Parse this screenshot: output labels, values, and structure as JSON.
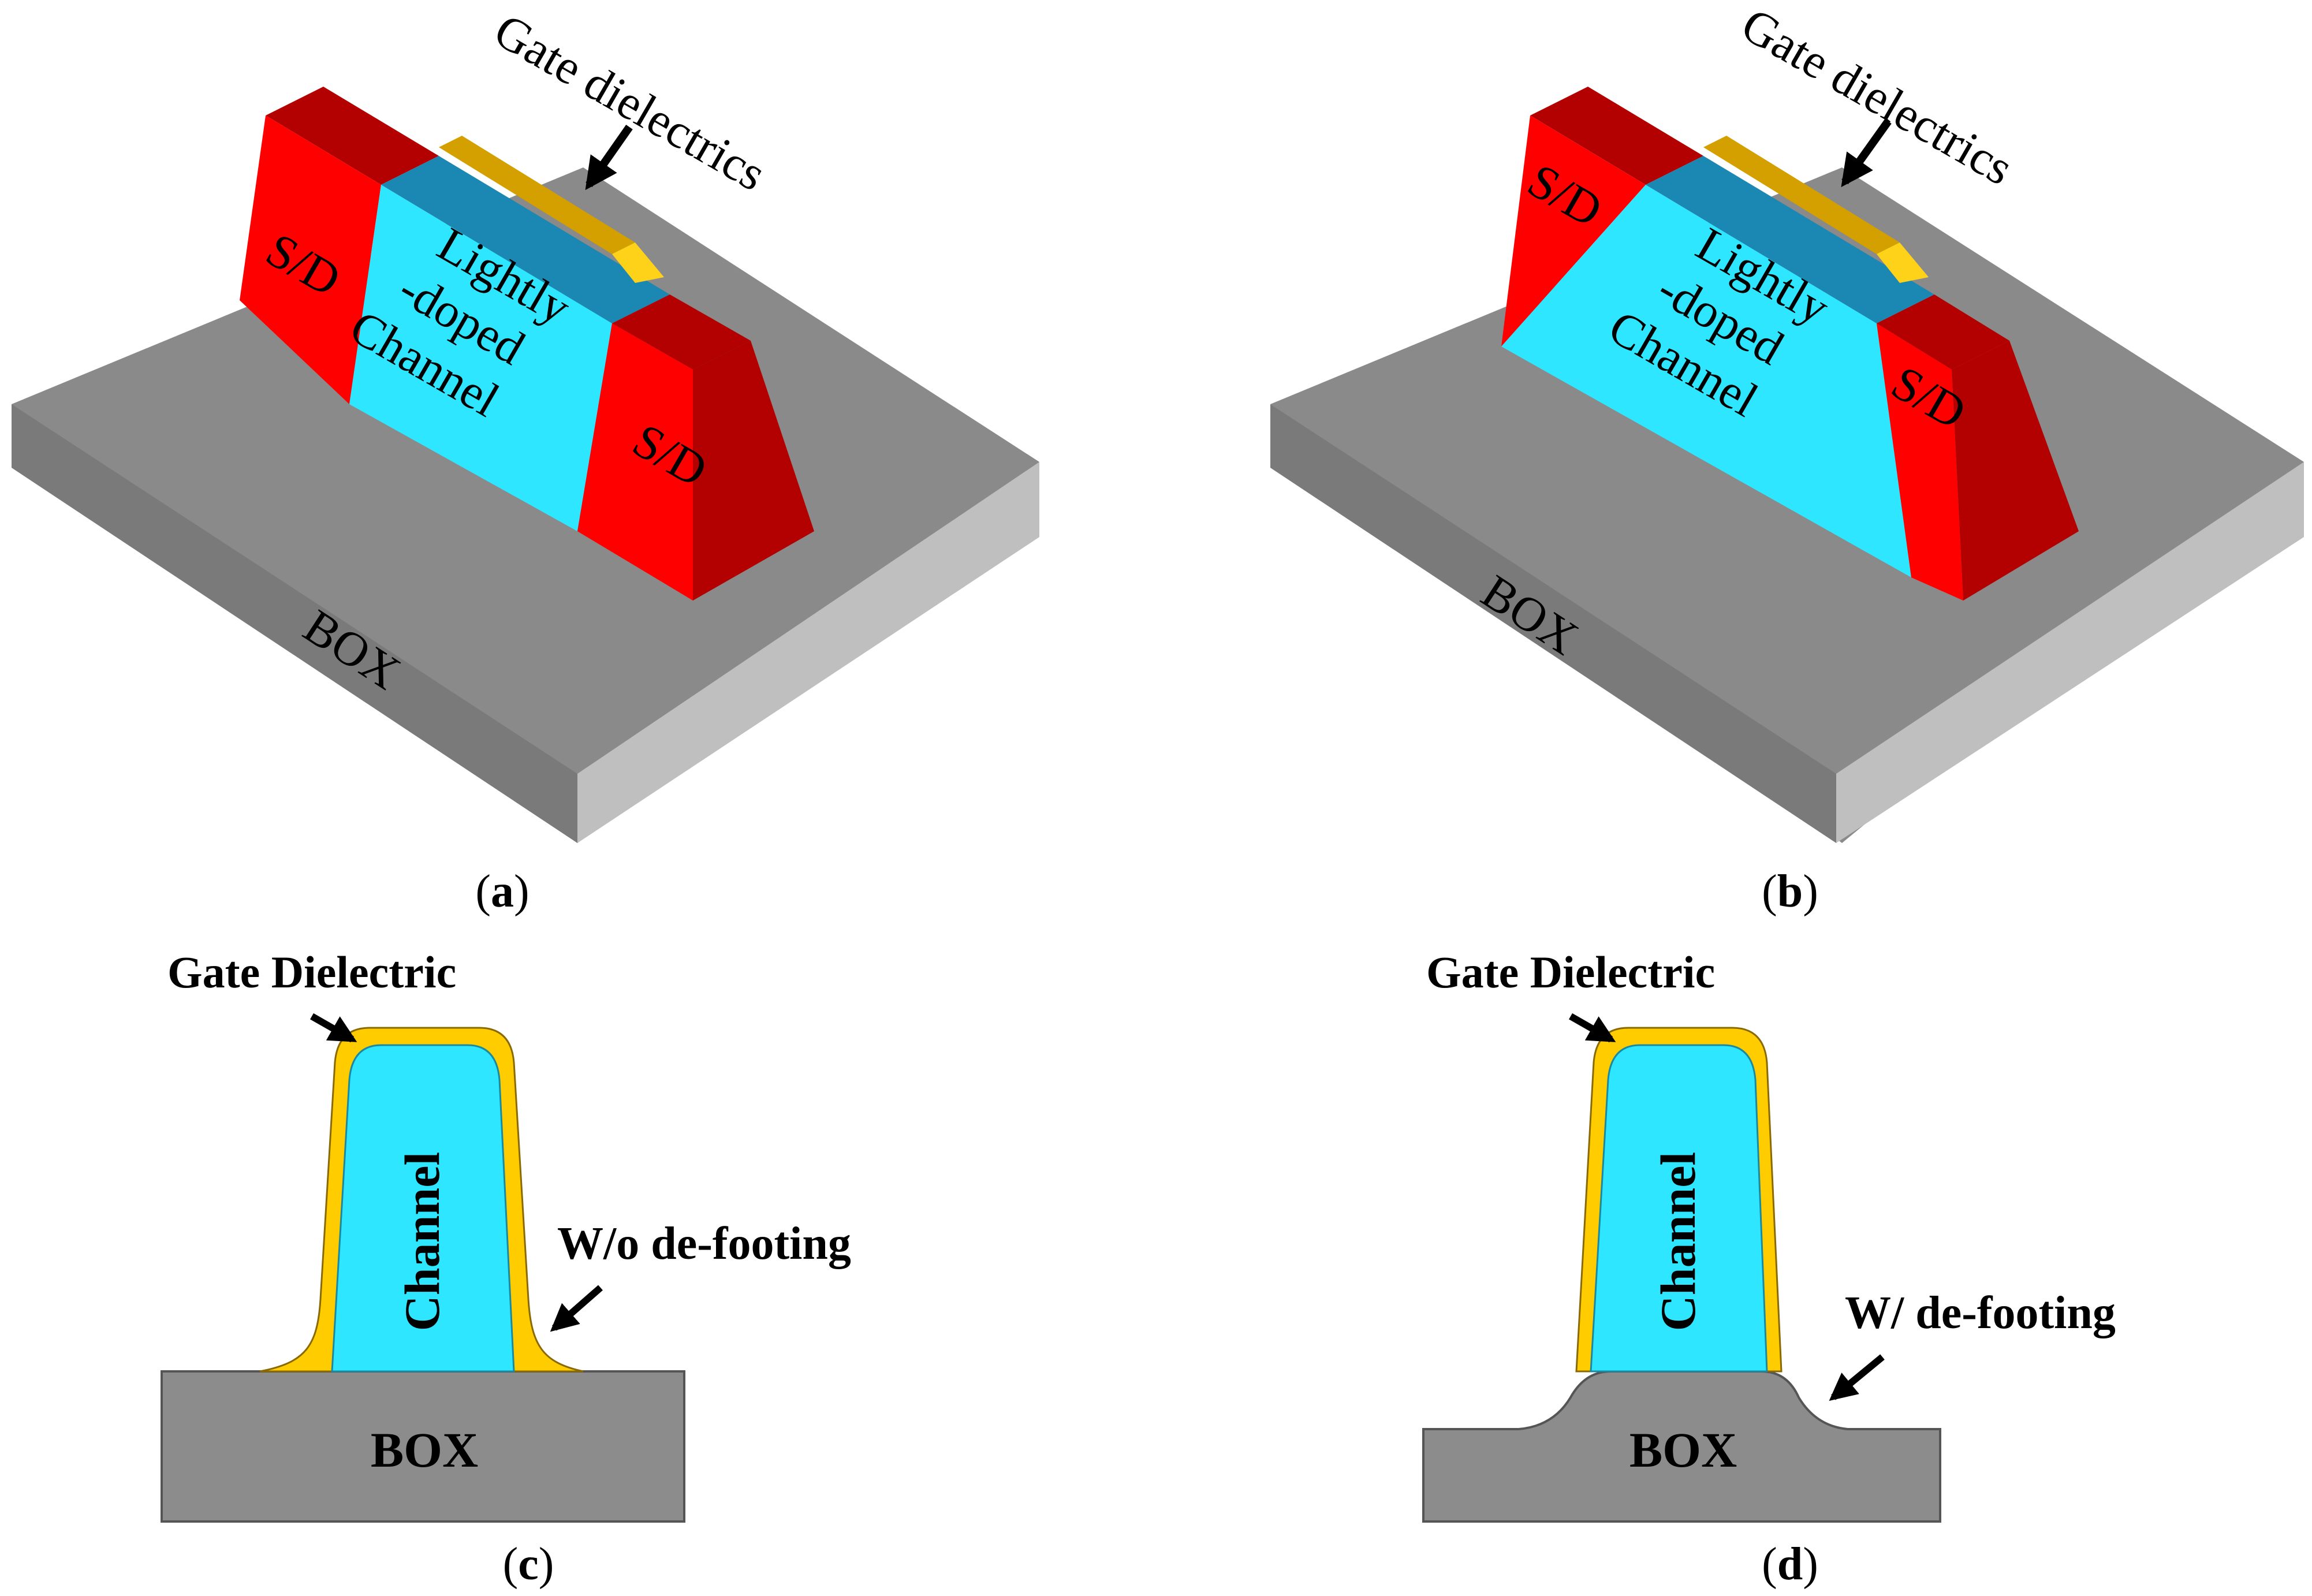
{
  "panels": {
    "a": {
      "caption_open": "(",
      "caption_letter": "a",
      "caption_close": ")",
      "box_label": "BOX",
      "sd_left_label": "S/D",
      "sd_right_label": "S/D",
      "channel_lines": [
        "Lightly",
        "-doped",
        "Channel"
      ],
      "gate_label": "Gate dielectrics"
    },
    "b": {
      "caption_open": "(",
      "caption_letter": "b",
      "caption_close": ")",
      "box_label": "BOX",
      "sd_left_label": "S/D",
      "sd_right_label": "S/D",
      "channel_lines": [
        "Lightly",
        "-doped",
        "Channel"
      ],
      "gate_label": "Gate dielectrics"
    },
    "c": {
      "caption_open": "(",
      "caption_letter": "c",
      "caption_close": ")",
      "gate_label": "Gate Dielectric",
      "channel_label": "Channel",
      "box_label": "BOX",
      "footing_label": "W/o de-footing"
    },
    "d": {
      "caption_open": "(",
      "caption_letter": "d",
      "caption_close": ")",
      "gate_label": "Gate Dielectric",
      "channel_label": "Channel",
      "box_label": "BOX",
      "footing_label": "W/ de-footing"
    }
  },
  "colors": {
    "box_top": "#8a8a8a",
    "box_front": "#7a7a7a",
    "box_side": "#bfbfbf",
    "sd_front": "#ff0000",
    "sd_side": "#b30000",
    "channel": "#2ee6ff",
    "channel_top": "#1b87b3",
    "gate_top": "#d4a000",
    "gate_side": "#ffd21a",
    "dielectric_yellow": "#ffcc00",
    "box_2d": "#8c8c8c"
  }
}
